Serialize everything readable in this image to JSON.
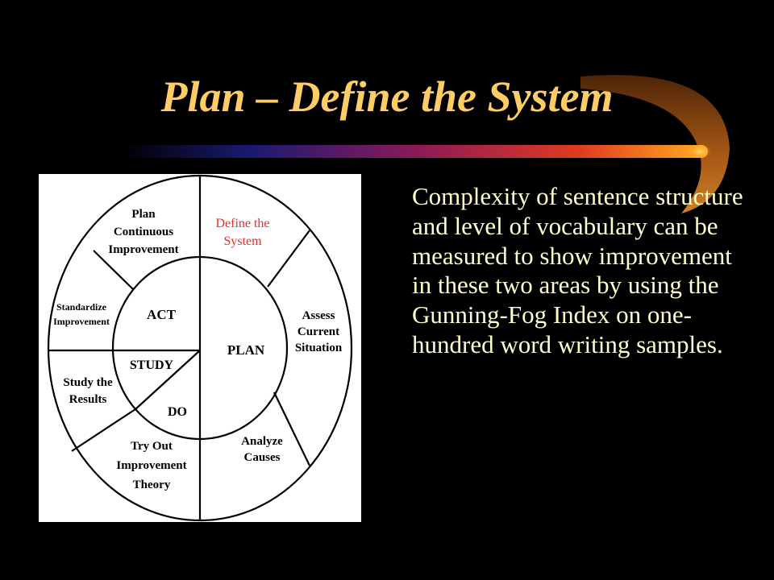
{
  "slide": {
    "title": "Plan – Define the System",
    "body": "Complexity of sentence structure and level of vocabulary can be measured to show improvement in these two areas by using the Gunning-Fog Index on one-hundred word writing samples."
  },
  "colors": {
    "background": "#000000",
    "title": "#ffcc66",
    "body_text": "#ffffcc",
    "highlight": "#e0302e",
    "diagram_ink": "#000000"
  },
  "diagram": {
    "outer_segments": [
      {
        "id": "plan-continuous",
        "lines": [
          "Plan",
          "Continuous",
          "Improvement"
        ]
      },
      {
        "id": "define-system",
        "lines": [
          "Define the",
          "System"
        ],
        "highlighted": true
      },
      {
        "id": "assess-current",
        "lines": [
          "Assess",
          "Current",
          "Situation"
        ]
      },
      {
        "id": "analyze-causes",
        "lines": [
          "Analyze",
          "Causes"
        ]
      },
      {
        "id": "try-out",
        "lines": [
          "Try Out",
          "Improvement",
          "Theory"
        ]
      },
      {
        "id": "study-results",
        "lines": [
          "Study the",
          "Results"
        ]
      },
      {
        "id": "standardize",
        "lines": [
          "Standardize",
          "Improvement"
        ]
      }
    ],
    "inner_quadrants": [
      "ACT",
      "PLAN",
      "STUDY",
      "DO"
    ]
  }
}
